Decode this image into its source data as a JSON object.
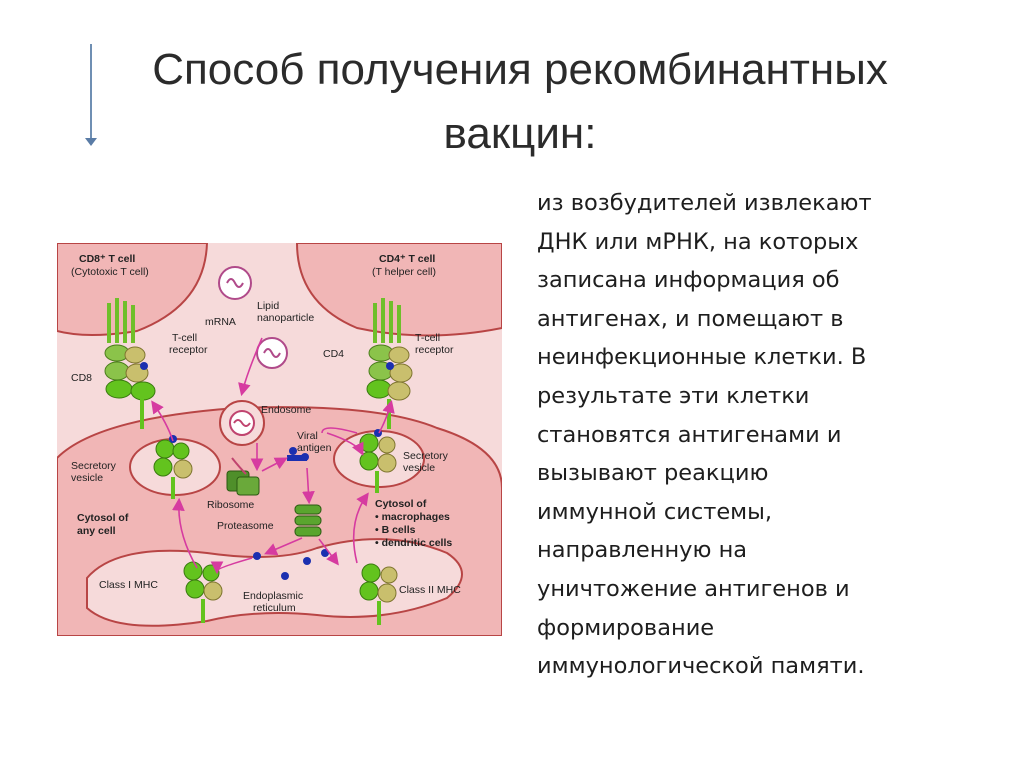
{
  "slide": {
    "title": "Способ получения рекомбинантных\nвакцин:",
    "body": "из возбудителей извлекают\nДНК или мРНК, на которых\nзаписана информация об\nантигенах, и  помещают в\nнеинфекционные клетки. В\nрезультате эти клетки\nстановятся антигенами и\nвызывают реакцию\nиммунной системы,\nнаправленную на\nуничтожение антигенов и\nформирование\nиммунологической памяти."
  },
  "diagram": {
    "labels": {
      "cd8_title": "CD8⁺ T cell",
      "cd8_sub": "(Cytotoxic T cell)",
      "cd4_title": "CD4⁺ T cell",
      "cd4_sub": "(T helper cell)",
      "mrna": "mRNA",
      "lipid_1": "Lipid",
      "lipid_2": "nanoparticle",
      "tcr_left_1": "T-cell",
      "tcr_left_2": "receptor",
      "tcr_right_1": "T-cell",
      "tcr_right_2": "receptor",
      "cd8": "CD8",
      "cd4": "CD4",
      "endosome": "Endosome",
      "viral_1": "Viral",
      "viral_2": "antigen",
      "secretory_left_1": "Secretory",
      "secretory_left_2": "vesicle",
      "secretory_right_1": "Secretory",
      "secretory_right_2": "vesicle",
      "ribosome": "Ribosome",
      "proteasome": "Proteasome",
      "cytosol_any_1": "Cytosol of",
      "cytosol_any_2": "any cell",
      "cytosol_mac_1": "Cytosol of",
      "cytosol_mac_2": "• macrophages",
      "cytosol_mac_3": "• B cells",
      "cytosol_mac_4": "• dendritic cells",
      "class1": "Class I MHC",
      "class2": "Class II MHC",
      "er_1": "Endoplasmic",
      "er_2": "reticulum"
    }
  }
}
